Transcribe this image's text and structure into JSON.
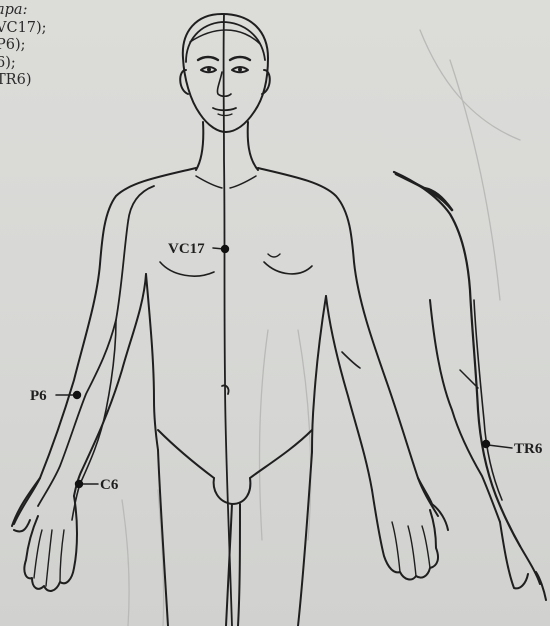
{
  "caption": {
    "title": "apa:",
    "lines": [
      "VC17);",
      "P6);",
      "6);",
      "TR6)"
    ]
  },
  "points": {
    "vc17": "VC17",
    "p6": "P6",
    "c6": "C6",
    "tr6": "TR6"
  },
  "colors": {
    "ink": "#1f1f1f",
    "paper": "#d8d9d6",
    "point": "#111111"
  }
}
